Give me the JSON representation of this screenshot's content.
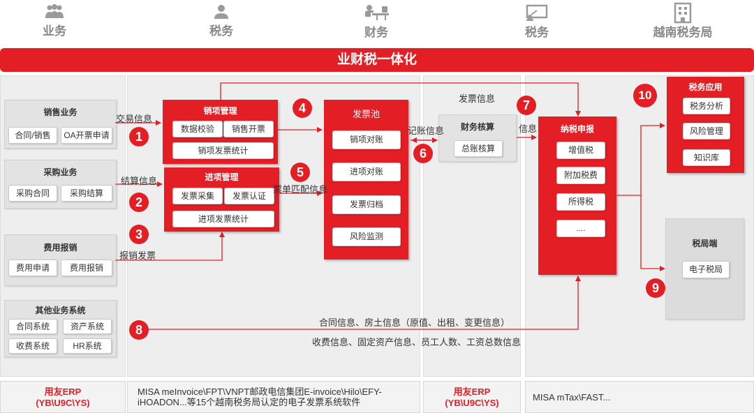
{
  "header": {
    "columns": [
      {
        "label": "业务",
        "icon": "people-group-icon"
      },
      {
        "label": "税务",
        "icon": "person-icon"
      },
      {
        "label": "财务",
        "icon": "desk-person-icon"
      },
      {
        "label": "税务",
        "icon": "presentation-board-icon"
      },
      {
        "label": "越南税务局",
        "icon": "building-icon"
      }
    ],
    "banner": "业财税一体化"
  },
  "business": {
    "sales": {
      "title": "销售业务",
      "items": [
        "合同/销售",
        "OA开票申请"
      ]
    },
    "purchase": {
      "title": "采购业务",
      "items": [
        "采购合同",
        "采购结算"
      ]
    },
    "expense": {
      "title": "费用报销",
      "items": [
        "费用申请",
        "费用报销"
      ]
    },
    "other": {
      "title": "其他业务系统",
      "items": [
        "合同系统",
        "资产系统",
        "收费系统",
        "HR系统"
      ]
    }
  },
  "tax_module": {
    "sales_mgmt": {
      "title": "销项管理",
      "items": [
        "数据校验",
        "销售开票",
        "销项发票统计"
      ]
    },
    "input_mgmt": {
      "title": "进项管理",
      "items": [
        "发票采集",
        "发票认证",
        "进项发票统计"
      ]
    },
    "invoice_pool": {
      "title": "发票池",
      "items": [
        "销项对账",
        "进项对账",
        "发票归档",
        "风险监测"
      ]
    }
  },
  "finance": {
    "title": "财务核算",
    "items": [
      "总账核算"
    ]
  },
  "filing": {
    "title": "纳税申报",
    "items": [
      "增值税",
      "附加税费",
      "所得税",
      "...."
    ]
  },
  "tax_app": {
    "title": "税务应用",
    "items": [
      "税务分析",
      "风险管理",
      "知识库"
    ]
  },
  "tax_bureau": {
    "title": "税局端",
    "items": [
      "电子税局"
    ]
  },
  "labels": {
    "trade_info": "交易信息",
    "settle_info": "结算信息",
    "reimburse_invoice": "报销发票",
    "invoice_info": "发票信息",
    "bookkeeping_info": "记账信息",
    "info": "信息",
    "match_info": "票单匹配信息",
    "contract_info": "合同信息、房土信息（原值、出租、变更信息）",
    "fee_info": "收费信息、固定资产信息、员工人数、工资总数信息"
  },
  "numbers": [
    "1",
    "2",
    "3",
    "4",
    "5",
    "6",
    "7",
    "8",
    "9",
    "10"
  ],
  "footer": {
    "erp1": [
      "用友ERP",
      "(YB\\U9C\\YS)"
    ],
    "invoice_sw": "MISA meInvoice\\FPT\\VNPT邮政电信集团E-invoice\\Hilo\\EFY-iHOADON...等15个越南税务局认定的电子发票系统软件",
    "erp2": [
      "用友ERP",
      "(YB\\U9C\\YS)"
    ],
    "tax_sw": "MISA mTax\\FAST..."
  },
  "colors": {
    "accent": "#e41e25",
    "panel": "#eeeeee",
    "text": "#333333",
    "header_gray": "#8a8a8a"
  }
}
